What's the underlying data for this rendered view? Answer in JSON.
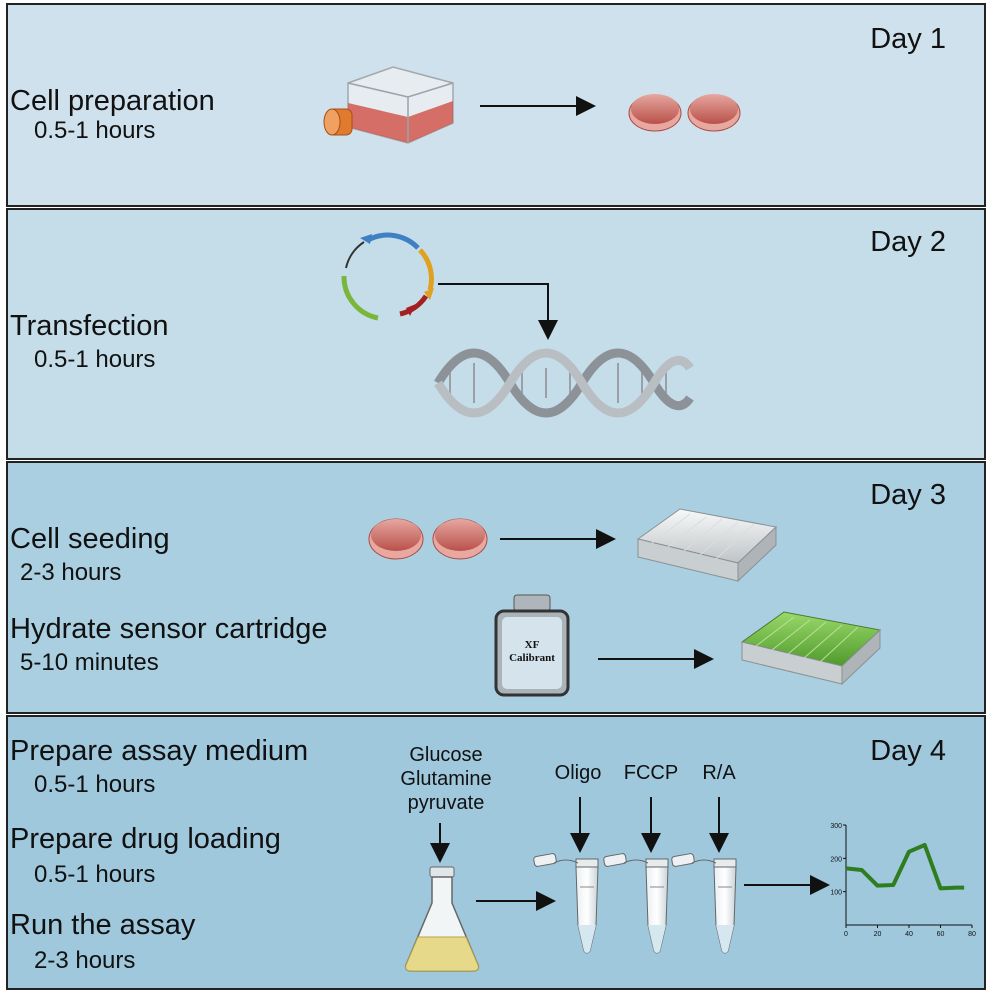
{
  "panels": [
    {
      "day": "Day 1",
      "steps": [
        {
          "title": "Cell preparation",
          "duration": "0.5-1 hours"
        }
      ]
    },
    {
      "day": "Day 2",
      "steps": [
        {
          "title": "Transfection",
          "duration": "0.5-1 hours"
        }
      ]
    },
    {
      "day": "Day 3",
      "steps": [
        {
          "title": "Cell seeding",
          "duration": "2-3 hours"
        },
        {
          "title": "Hydrate sensor cartridge",
          "duration": "5-10 minutes"
        }
      ],
      "calibrant_label": [
        "XF",
        "Calibrant"
      ]
    },
    {
      "day": "Day 4",
      "steps": [
        {
          "title": "Prepare assay medium",
          "duration": "0.5-1 hours"
        },
        {
          "title": "Prepare drug loading",
          "duration": "0.5-1 hours"
        },
        {
          "title": "Run the assay",
          "duration": "2-3 hours"
        }
      ],
      "medium_components": [
        "Glucose",
        "Glutamine",
        "pyruvate"
      ],
      "drugs": [
        "Oligo",
        "FCCP",
        "R/A"
      ]
    }
  ],
  "chart_data": {
    "type": "line",
    "x": [
      0,
      10,
      20,
      30,
      40,
      50,
      60,
      70,
      75
    ],
    "series": [
      {
        "values": [
          170,
          165,
          118,
          120,
          220,
          240,
          110,
          112,
          112
        ]
      }
    ],
    "xticks": [
      "0",
      "20",
      "40",
      "60",
      "80"
    ],
    "yticks": [
      "100",
      "200",
      "300"
    ],
    "xlim": [
      0,
      80
    ],
    "ylim": [
      0,
      300
    ],
    "line_color": "#2e7d1e"
  },
  "colors": {
    "panel_day1": "#cfe1ec",
    "panel_day2": "#c4dde9",
    "panel_day3": "#aacfe1",
    "panel_day4": "#9fc8dd",
    "dish_red": "#c8554e",
    "cartridge_green": "#6fbf3f"
  }
}
